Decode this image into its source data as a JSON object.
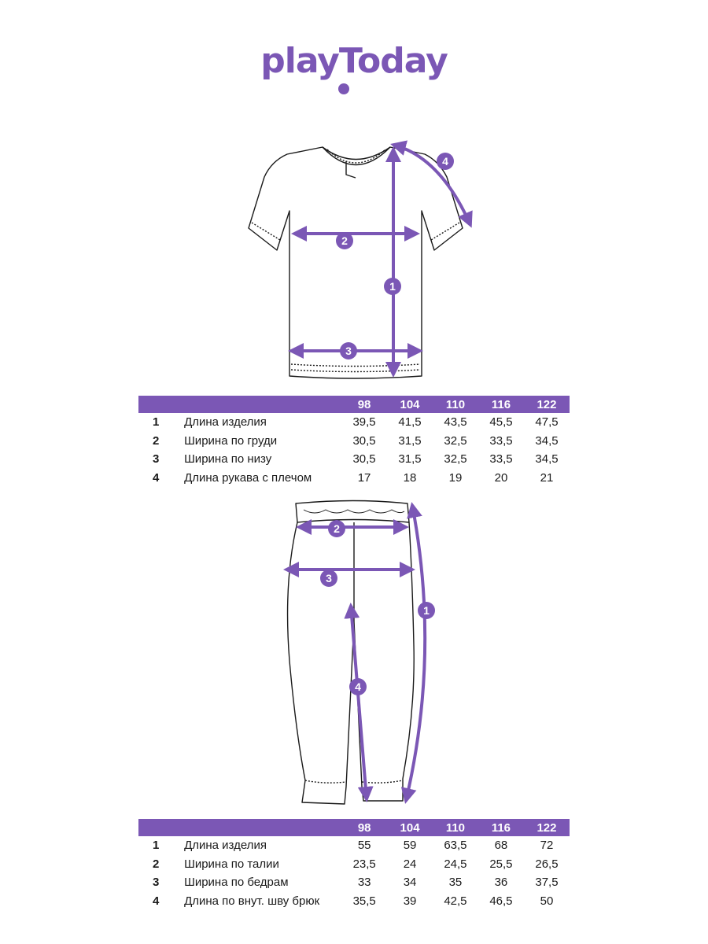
{
  "brand": {
    "logo_text": "playToday"
  },
  "top_garment": {
    "markers": [
      "1",
      "2",
      "3",
      "4"
    ],
    "table": {
      "sizes": [
        "98",
        "104",
        "110",
        "116",
        "122"
      ],
      "rows": [
        {
          "num": "1",
          "name": "Длина изделия",
          "values": [
            "39,5",
            "41,5",
            "43,5",
            "45,5",
            "47,5"
          ]
        },
        {
          "num": "2",
          "name": "Ширина по груди",
          "values": [
            "30,5",
            "31,5",
            "32,5",
            "33,5",
            "34,5"
          ]
        },
        {
          "num": "3",
          "name": "Ширина по низу",
          "values": [
            "30,5",
            "31,5",
            "32,5",
            "33,5",
            "34,5"
          ]
        },
        {
          "num": "4",
          "name": "Длина рукава с плечом",
          "values": [
            "17",
            "18",
            "19",
            "20",
            "21"
          ]
        }
      ]
    }
  },
  "bottom_garment": {
    "markers": [
      "1",
      "2",
      "3",
      "4"
    ],
    "table": {
      "sizes": [
        "98",
        "104",
        "110",
        "116",
        "122"
      ],
      "rows": [
        {
          "num": "1",
          "name": "Длина изделия",
          "values": [
            "55",
            "59",
            "63,5",
            "68",
            "72"
          ]
        },
        {
          "num": "2",
          "name": "Ширина по талии",
          "values": [
            "23,5",
            "24",
            "24,5",
            "25,5",
            "26,5"
          ]
        },
        {
          "num": "3",
          "name": "Ширина по бедрам",
          "values": [
            "33",
            "34",
            "35",
            "36",
            "37,5"
          ]
        },
        {
          "num": "4",
          "name": "Длина по внут. шву брюк",
          "values": [
            "35,5",
            "39",
            "42,5",
            "46,5",
            "50"
          ]
        }
      ]
    }
  },
  "colors": {
    "accent": "#7b57b5",
    "line": "#1a1a1a"
  }
}
